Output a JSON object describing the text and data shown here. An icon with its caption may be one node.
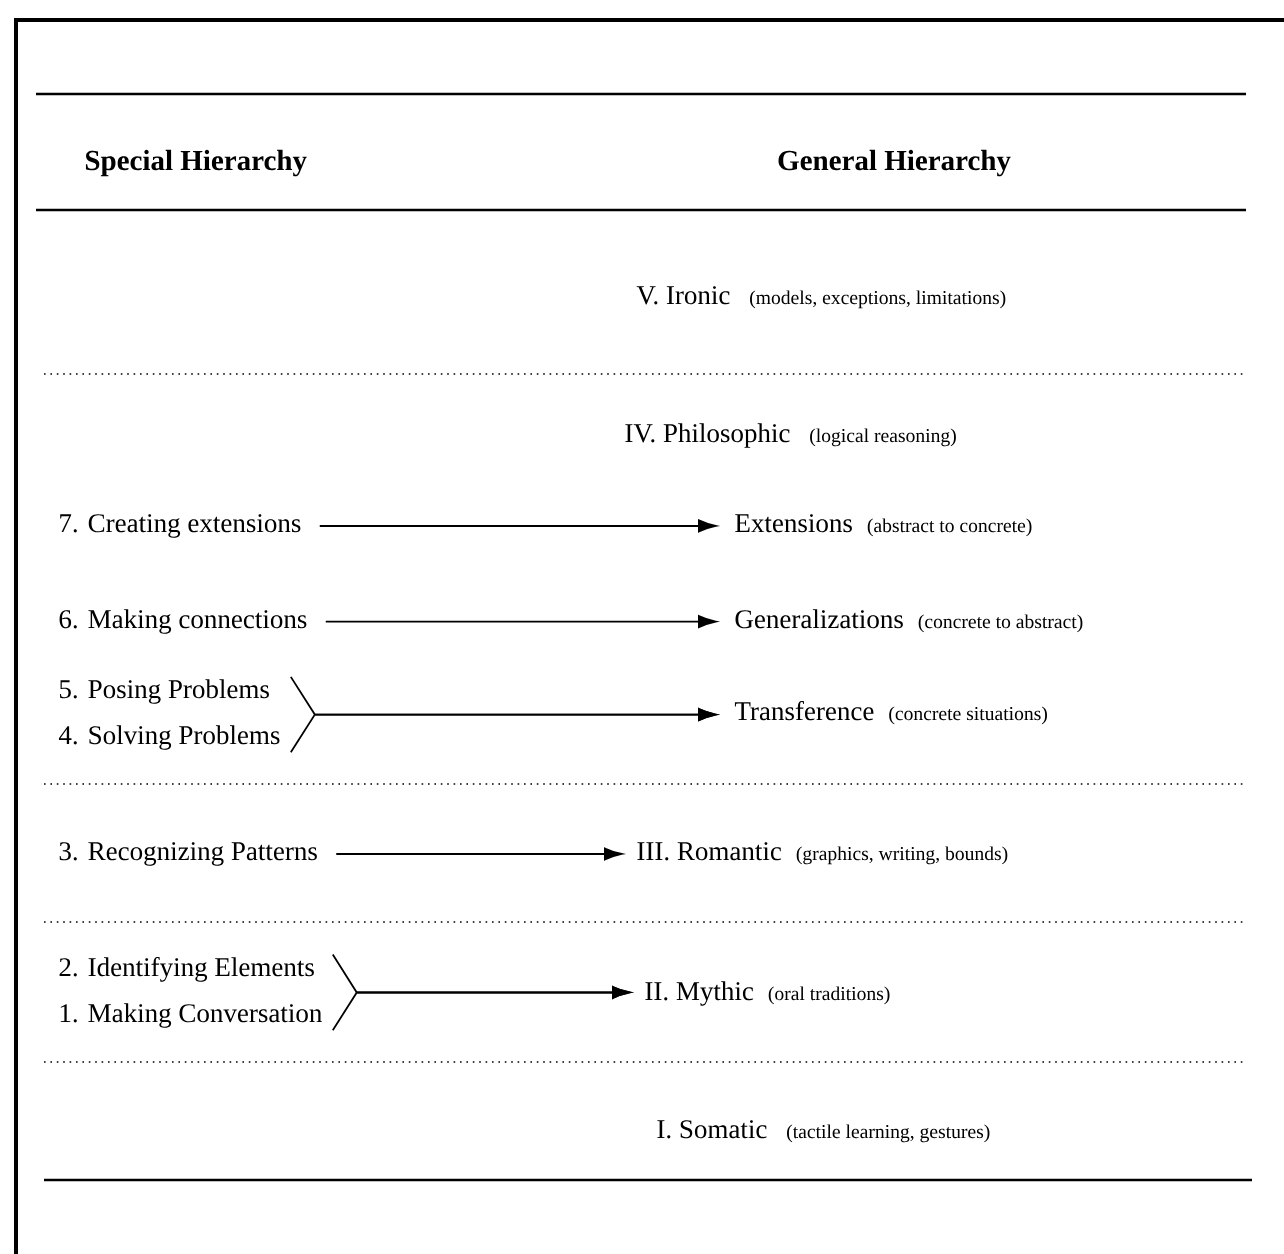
{
  "diagram": {
    "nodes": [
      {
        "text": [
          "7. Creating extensions"
        ]
      },
      {
        "text": [
          "Extensions",
          "(abstract to concrete)"
        ]
      },
      {
        "text": [
          "6. Making connections"
        ]
      },
      {
        "text": [
          "Generalizations",
          "(concrete to abstract)"
        ]
      },
      {
        "text": [
          "5. Posing Problems"
        ]
      },
      {
        "text": [
          "4. Solving Problems"
        ]
      },
      {
        "text": [
          "Transference",
          "(concrete situations)"
        ]
      },
      {
        "text": [
          "3. Recognizing Patterns"
        ]
      },
      {
        "text": [
          "III. Romantic",
          "(graphics, writing, bounds)"
        ]
      },
      {
        "text": [
          "2. Identifying Elements"
        ]
      },
      {
        "text": [
          "1. Making Conversation"
        ]
      },
      {
        "text": [
          "II. Mythic",
          "(oral traditions)"
        ]
      }
    ],
    "edges": [
      {
        "from": 0,
        "to": 1,
        "arrow": "to"
      },
      {
        "from": 2,
        "to": 3,
        "arrow": "to"
      },
      {
        "from": 4,
        "to": 6,
        "arrow": "to"
      },
      {
        "from": 5,
        "to": 6,
        "arrow": "to"
      },
      {
        "from": 7,
        "to": 8,
        "arrow": "to"
      },
      {
        "from": 9,
        "to": 11,
        "arrow": "to"
      },
      {
        "from": 10,
        "to": 11,
        "arrow": "to"
      }
    ],
    "labels": [
      "Special Hierarchy",
      "General Hierarchy",
      "V. Ironic",
      "(models, exceptions, limitations)",
      "IV. Philosophic",
      "(logical reasoning)",
      "I. Somatic",
      "(tactile learning, gestures)"
    ]
  }
}
